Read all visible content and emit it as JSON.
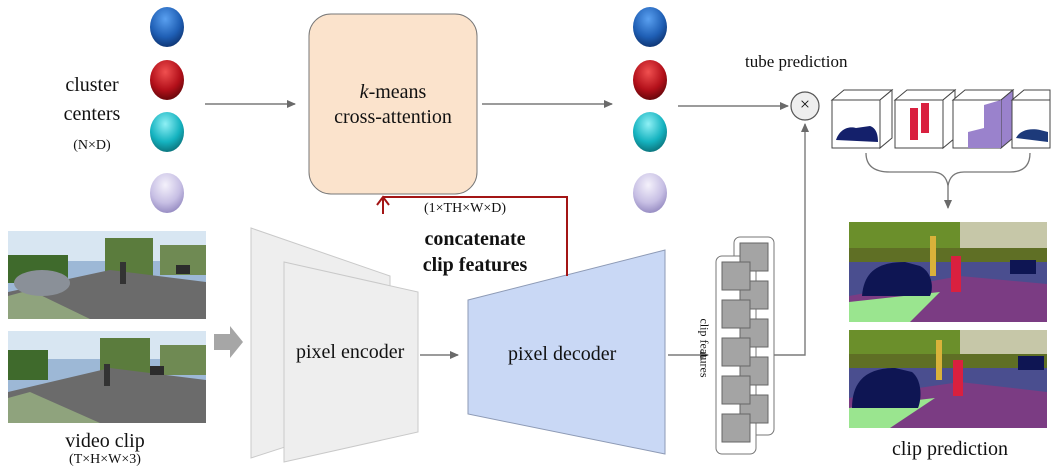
{
  "labels": {
    "cluster_centers_line1": "cluster",
    "cluster_centers_line2": "centers",
    "cluster_centers_dims": "(N×D)",
    "kmeans_prefix": "k",
    "kmeans_suffix": "-means",
    "cross_attention": "cross-attention",
    "tube_prediction": "tube prediction",
    "multiply_symbol": "×",
    "concat_dims": "(1×TH×W×D)",
    "concatenate_line1": "concatenate",
    "concatenate_line2": "clip features",
    "pixel_encoder": "pixel encoder",
    "pixel_decoder": "pixel decoder",
    "clip_features": "clip features",
    "video_clip": "video clip",
    "video_clip_dims": "(T×H×W×3)",
    "clip_prediction": "clip prediction"
  },
  "colors": {
    "cluster_blue": "#1f5fb5",
    "cluster_red": "#b3101a",
    "cluster_cyan": "#15b3c0",
    "cluster_lavender": "#c7bfe4",
    "kmeans_box_fill": "#fbe3cc",
    "decoder_fill": "#c9d8f5",
    "encoder_fill": "#eeeeee",
    "concat_arrow": "#a31515",
    "arrow_gray": "#7a7a7a"
  }
}
